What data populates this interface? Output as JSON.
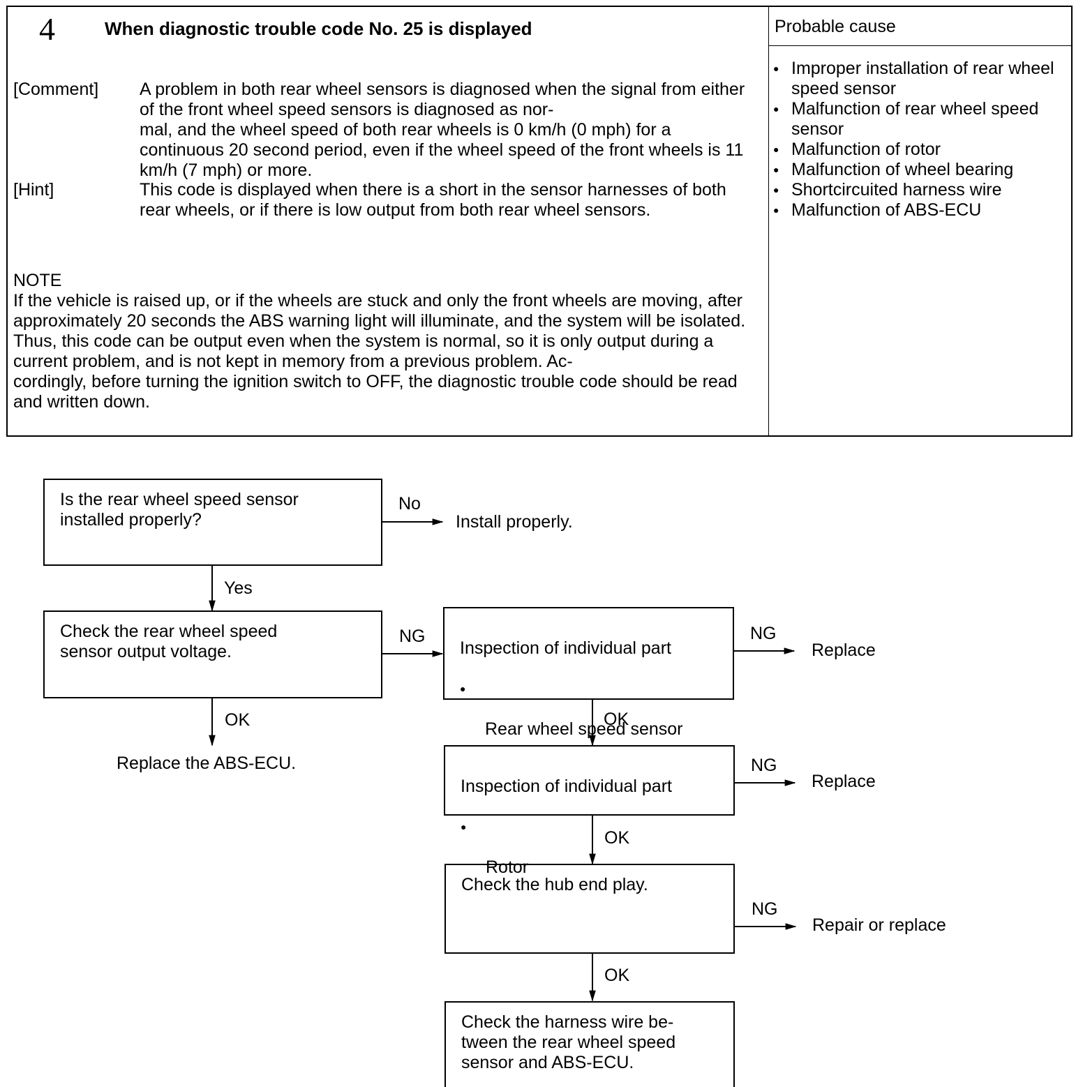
{
  "header": {
    "number": "4",
    "title": "When diagnostic trouble code No. 25 is displayed",
    "probable_cause_heading": "Probable cause"
  },
  "comment": {
    "label": "[Comment]",
    "text": "A problem in both rear wheel sensors is diagnosed when the signal from either of the front wheel speed sensors is diagnosed as nor-\nmal, and the wheel speed of both rear wheels is 0 km/h (0 mph) for a continuous 20 second period, even if the wheel speed of the front wheels is 11 km/h (7 mph) or more."
  },
  "hint": {
    "label": "[Hint]",
    "text": "This code is displayed when there is a short in the sensor harnesses of both rear wheels, or if there is low output from both rear wheel sensors."
  },
  "note": {
    "label": "NOTE",
    "text": "If the vehicle is raised up, or if the wheels are stuck and only the front wheels are moving, after approximately 20 seconds the ABS warning light will illuminate, and the system will be isolated.\nThus, this code can be output even when the system is normal, so it is only output during a current problem, and is not kept in memory from a previous problem. Ac-\ncordingly, before turning the ignition switch to OFF, the diagnostic trouble code should be read and written down."
  },
  "probable_causes": [
    "Improper installation of rear wheel speed sensor",
    "Malfunction of rear wheel speed sensor",
    "Malfunction of rotor",
    "Malfunction of wheel bearing",
    "Shortcircuited harness wire",
    "Malfunction of ABS-ECU"
  ],
  "flow": {
    "q_install": "Is the rear wheel speed sensor\ninstalled properly?",
    "label_no": "No",
    "action_install": "Install properly.",
    "label_yes": "Yes",
    "check_voltage": "Check the rear wheel speed\nsensor output voltage.",
    "label_ng_1": "NG",
    "inspect_sensor_title": "Inspection of individual part",
    "inspect_sensor_item": "Rear wheel speed sensor",
    "label_ng_2": "NG",
    "action_replace_1": "Replace",
    "label_ok_1": "OK",
    "action_replace_ecu": "Replace the ABS-ECU.",
    "label_ok_2": "OK",
    "inspect_rotor_title": "Inspection of individual part",
    "inspect_rotor_item": "Rotor",
    "label_ng_3": "NG",
    "action_replace_2": "Replace",
    "label_ok_3": "OK",
    "check_hub": "Check the hub end play.",
    "label_ng_4": "NG",
    "action_repair": "Repair or replace",
    "label_ok_4": "OK",
    "check_harness": "Check the harness wire be-\ntween the rear wheel speed\nsensor and ABS-ECU."
  }
}
